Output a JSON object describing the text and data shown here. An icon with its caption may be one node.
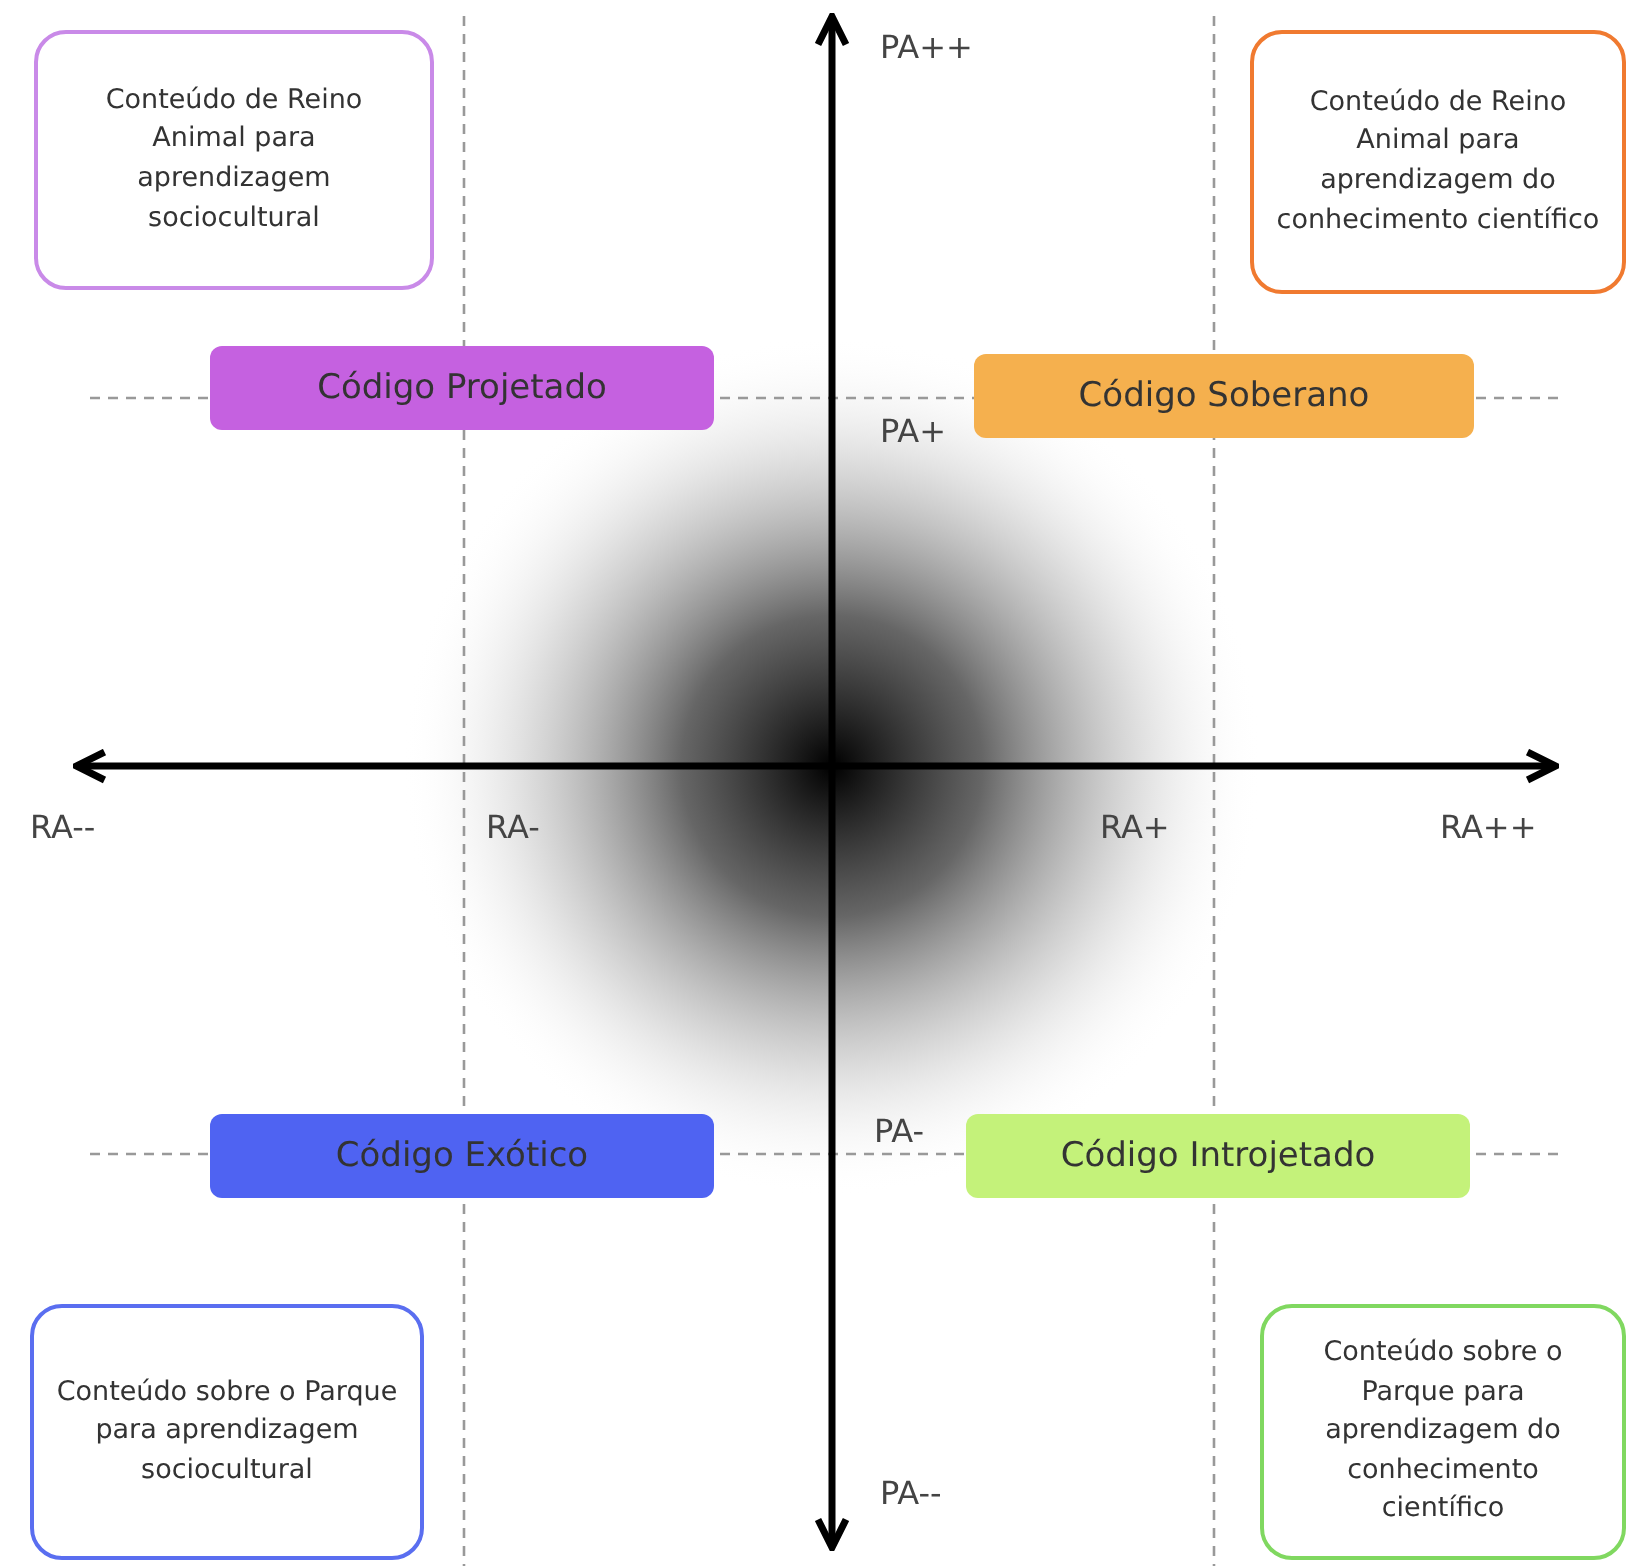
{
  "diagram": {
    "nodes": [
      {
        "text": [
          "Conteúdo de Reino Animal para aprendizagem sociocultural"
        ]
      },
      {
        "text": [
          "Conteúdo de Reino Animal para aprendizagem do conhecimento científico"
        ]
      },
      {
        "text": [
          "Código Projetado"
        ]
      },
      {
        "text": [
          "Código Soberano"
        ]
      },
      {
        "text": [
          "Código Exótico"
        ]
      },
      {
        "text": [
          "Código Introjetado"
        ]
      },
      {
        "text": [
          "Conteúdo sobre o Parque para aprendizagem sociocultural"
        ]
      },
      {
        "text": [
          "Conteúdo sobre o Parque para aprendizagem do conhecimento científico"
        ]
      }
    ],
    "labels": [
      "PA++",
      "PA+",
      "RA--",
      "RA-",
      "RA+",
      "RA++",
      "PA-",
      "PA--"
    ]
  }
}
